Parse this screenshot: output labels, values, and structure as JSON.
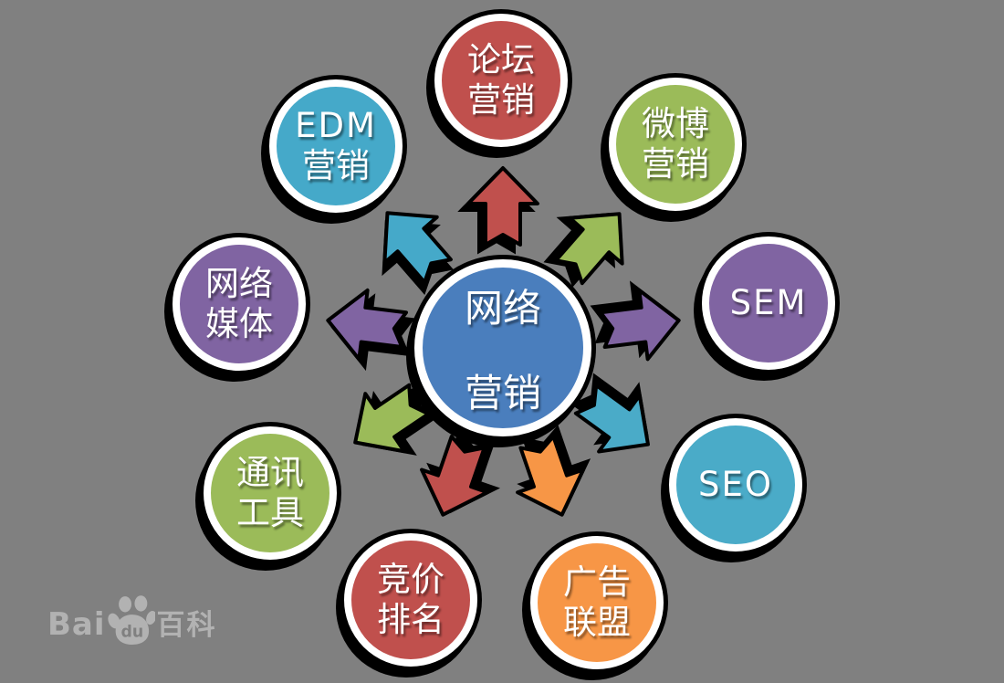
{
  "background_color": "#808080",
  "diagram_title": "网络营销",
  "center": {
    "lines": [
      "网络",
      "营销"
    ],
    "color": "#4a7ebd"
  },
  "nodes": {
    "forum": {
      "lines": [
        "论坛",
        "营销"
      ],
      "color": "#c0504d"
    },
    "weibo": {
      "lines": [
        "微博",
        "营销"
      ],
      "color": "#9bbb59"
    },
    "sem": {
      "lines": [
        "SEM"
      ],
      "color": "#8064a2"
    },
    "seo": {
      "lines": [
        "SEO"
      ],
      "color": "#4aabc8"
    },
    "ad": {
      "lines": [
        "广告",
        "联盟"
      ],
      "color": "#f79646"
    },
    "bid": {
      "lines": [
        "竞价",
        "排名"
      ],
      "color": "#c0504d"
    },
    "comm": {
      "lines": [
        "通讯",
        "工具"
      ],
      "color": "#9bbb59"
    },
    "media": {
      "lines": [
        "网络",
        "媒体"
      ],
      "color": "#8064a2"
    },
    "edm": {
      "lines": [
        "EDM",
        "营销"
      ],
      "color": "#45a9c9"
    }
  },
  "watermark": {
    "bai": "Bai",
    "du": "du",
    "baike": "百科",
    "color": "#b2b2b2"
  }
}
